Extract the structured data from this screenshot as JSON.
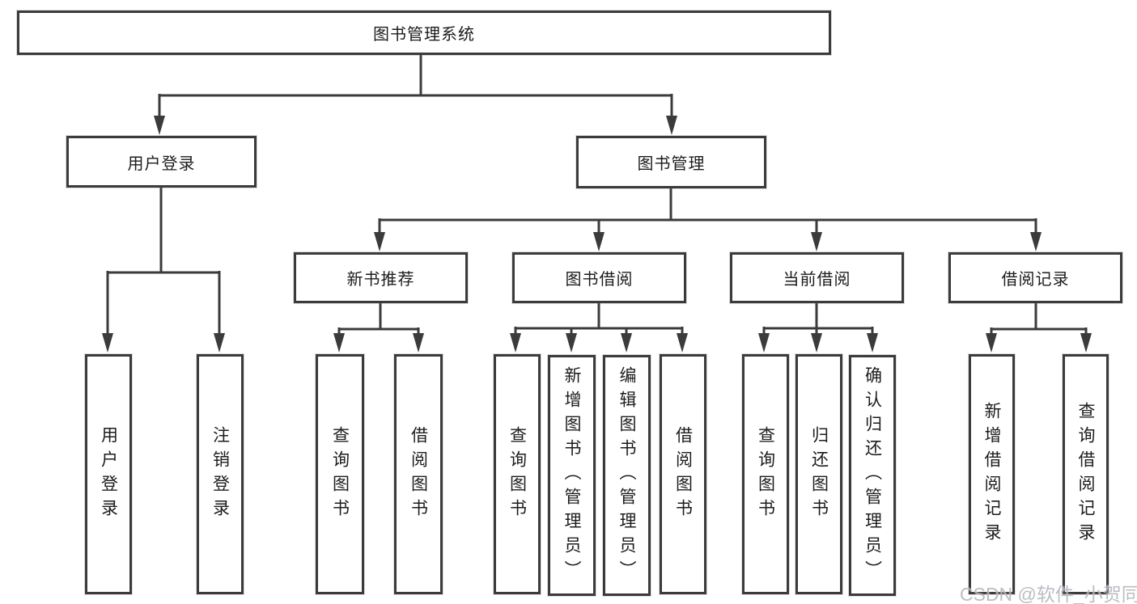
{
  "nodes": {
    "root": "图书管理系统",
    "level1": {
      "user_login": "用户登录",
      "book_management": "图书管理"
    },
    "level2": {
      "new_book": "新书推荐",
      "borrowing": "图书借阅",
      "current": "当前借阅",
      "records": "借阅记录"
    },
    "leaves": {
      "login_user": "用户登录",
      "login_logout": "注销登录",
      "new_book_query": "查询图书",
      "new_book_borrow": "借阅图书",
      "borrow_query": "查询图书",
      "borrow_add": "新增图书（管理员）",
      "borrow_edit": "编辑图书（管理员）",
      "borrow_self": "借阅图书",
      "current_query": "查询图书",
      "current_return": "归还图书",
      "current_confirm": "确认归还（管理员）",
      "records_add": "新增借阅记录",
      "records_query": "查询借阅记录"
    }
  },
  "watermark": "CSDN @软件_小贺同学",
  "colors": {
    "line": "#3b3b3b",
    "text": "#1c1c1c",
    "background": "#ffffff",
    "watermark": "#b3b6bd"
  }
}
